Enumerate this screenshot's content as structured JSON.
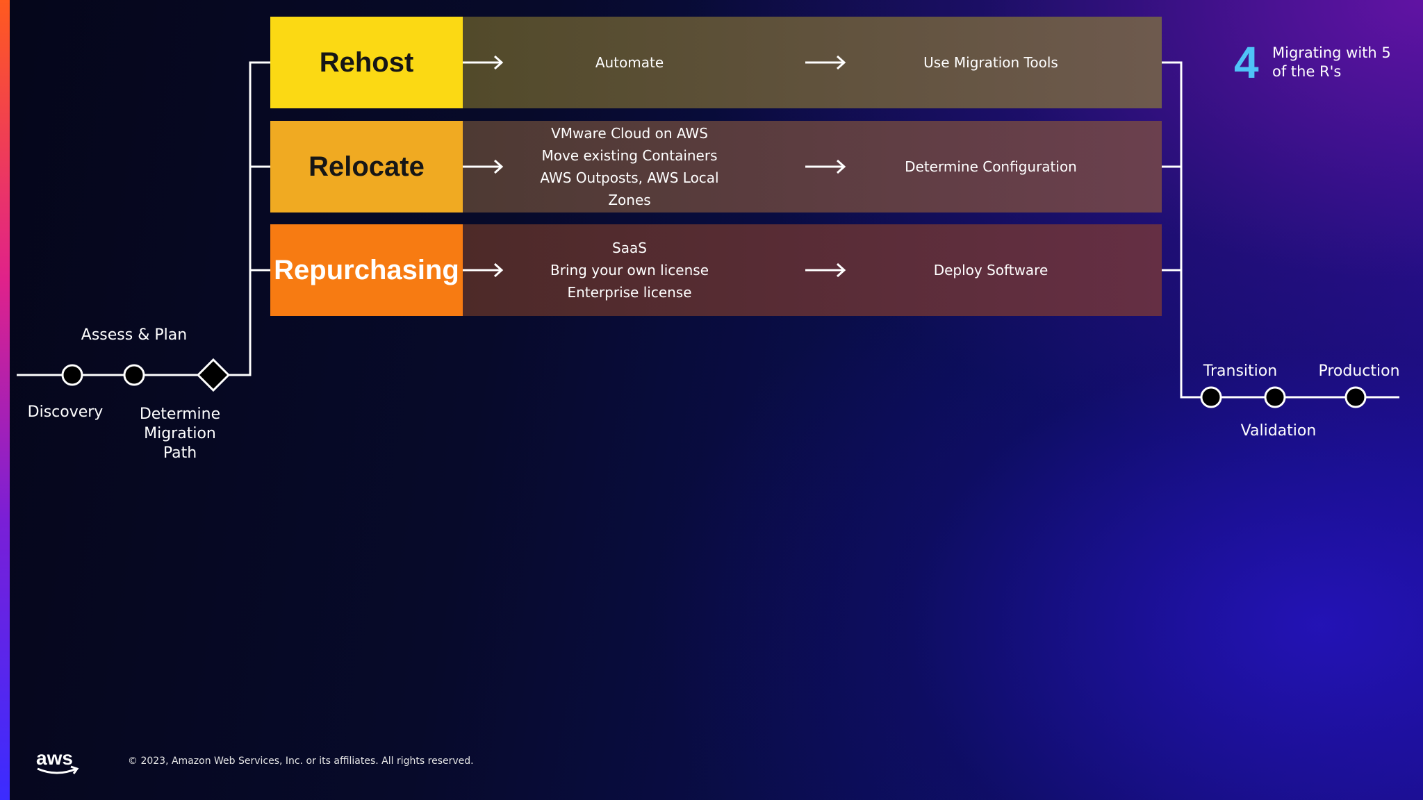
{
  "badge": {
    "number": "4",
    "title": "Migrating with 5 of the R's"
  },
  "timeline_left": {
    "phase_label": "Assess & Plan",
    "nodes": [
      "Discovery",
      "Determine Migration Path"
    ]
  },
  "strategies": [
    {
      "name": "Rehost",
      "action_lines": [
        "Automate"
      ],
      "result": "Use Migration Tools",
      "color": "#fbd914"
    },
    {
      "name": "Relocate",
      "action_lines": [
        "VMware Cloud on AWS",
        "Move existing Containers",
        "AWS Outposts, AWS Local Zones"
      ],
      "result": "Determine Configuration",
      "color": "#f0aa22"
    },
    {
      "name": "Repurchasing",
      "action_lines": [
        "SaaS",
        "Bring your own license",
        "Enterprise license"
      ],
      "result": "Deploy Software",
      "color": "#f77b12"
    }
  ],
  "timeline_right": {
    "nodes": [
      "Transition",
      "Validation",
      "Production"
    ]
  },
  "footer": {
    "logo": "aws",
    "copyright": "© 2023, Amazon Web Services, Inc. or its affiliates. All rights reserved."
  },
  "colors": {
    "accent_number": "#4fc3f7"
  }
}
